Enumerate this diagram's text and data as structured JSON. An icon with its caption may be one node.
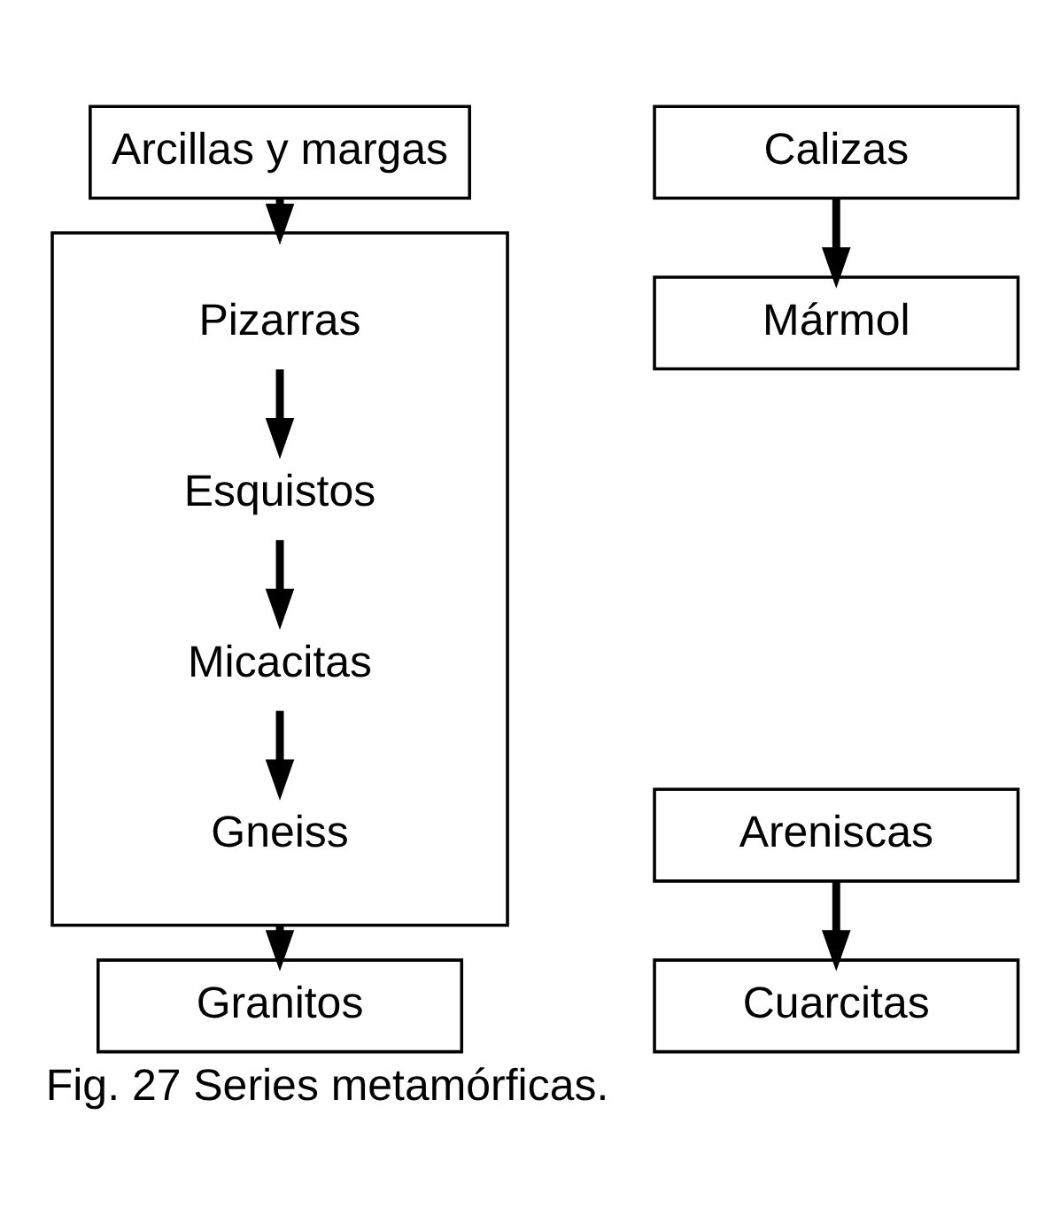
{
  "diagram": {
    "caption": "Fig. 27 Series metamórficas.",
    "nodes": [
      {
        "text": [
          "Arcillas y margas"
        ]
      },
      {
        "text": [],
        "shape": "box"
      },
      {
        "text": [
          "Pizarras"
        ],
        "in": 1
      },
      {
        "text": [
          "Esquistos"
        ],
        "in": 1
      },
      {
        "text": [
          "Micacitas"
        ],
        "in": 1
      },
      {
        "text": [
          "Gneiss"
        ],
        "in": 1
      },
      {
        "text": [
          "Granitos"
        ]
      },
      {
        "text": [
          "Calizas"
        ]
      },
      {
        "text": [
          "Mármol"
        ]
      },
      {
        "text": [
          "Areniscas"
        ]
      },
      {
        "text": [
          "Cuarcitas"
        ]
      }
    ],
    "edges": [
      {
        "from": 0,
        "to": 1,
        "arrow": "to"
      },
      {
        "from": 2,
        "to": 3,
        "arrow": "to"
      },
      {
        "from": 3,
        "to": 4,
        "arrow": "to"
      },
      {
        "from": 4,
        "to": 5,
        "arrow": "to"
      },
      {
        "from": 1,
        "to": 6,
        "arrow": "to"
      },
      {
        "from": 7,
        "to": 8,
        "arrow": "to"
      },
      {
        "from": 9,
        "to": 10,
        "arrow": "to"
      }
    ]
  }
}
